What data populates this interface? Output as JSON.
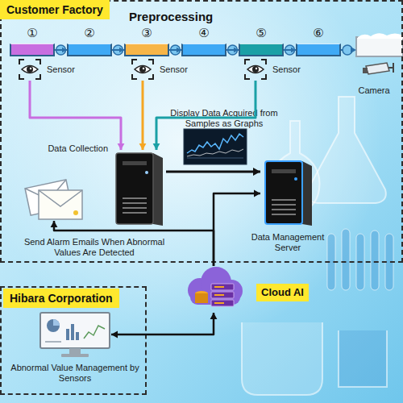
{
  "diagram": {
    "nodes": [
      {
        "text": [
          "Customer Factory"
        ]
      },
      {
        "text": [
          "①"
        ],
        "in": 0
      },
      {
        "text": [
          "②"
        ],
        "in": 0
      },
      {
        "text": [
          "③"
        ],
        "in": 0
      },
      {
        "text": [
          "④"
        ],
        "in": 0
      },
      {
        "text": [
          "⑤"
        ],
        "in": 0
      },
      {
        "text": [
          "⑥"
        ],
        "in": 0
      },
      {
        "text": [
          "Camera"
        ],
        "in": 0
      },
      {
        "text": [
          "Sensor"
        ],
        "in": 0
      },
      {
        "text": [
          "Sensor"
        ],
        "in": 0
      },
      {
        "text": [
          "Sensor"
        ],
        "in": 0
      },
      {
        "text": [
          "Data Collection"
        ],
        "in": 0
      },
      {
        "text": [
          "Data Management Server"
        ],
        "in": 0
      },
      {
        "text": [
          "Send Alarm Emails When Abnormal Values Are Detected"
        ],
        "in": 0
      },
      {
        "text": [
          "Cloud AI"
        ]
      },
      {
        "text": [
          "Hibara Corporation"
        ]
      },
      {
        "text": [
          "Abnormal Value Management by Sensors"
        ],
        "in": 15
      }
    ],
    "edges": [
      {
        "from": 1,
        "to": 2,
        "arrow": "to"
      },
      {
        "from": 2,
        "to": 3,
        "arrow": "to"
      },
      {
        "from": 3,
        "to": 4,
        "arrow": "to"
      },
      {
        "from": 4,
        "to": 5,
        "arrow": "to"
      },
      {
        "from": 5,
        "to": 6,
        "arrow": "to"
      },
      {
        "from": 8,
        "to": 11,
        "arrow": "to"
      },
      {
        "from": 9,
        "to": 11,
        "arrow": "to"
      },
      {
        "from": 10,
        "to": 11,
        "arrow": "to"
      },
      {
        "from": 11,
        "to": 12,
        "arrow": "to"
      },
      {
        "from": 14,
        "to": 13,
        "arrow": "to"
      },
      {
        "from": 14,
        "to": 12,
        "arrow": "to"
      },
      {
        "from": 14,
        "to": 16,
        "arrow": "both"
      }
    ],
    "labels": [
      "Preprocessing",
      "Display Data Acquired from Samples as Graphs"
    ]
  }
}
